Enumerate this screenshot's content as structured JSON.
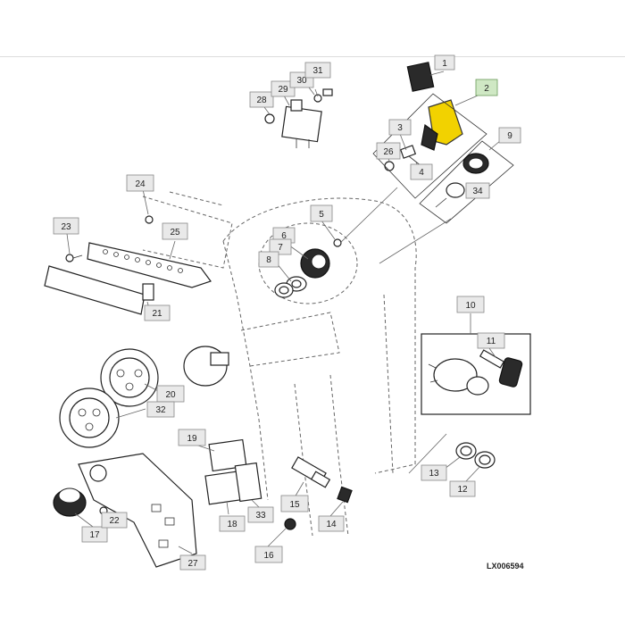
{
  "diagram": {
    "reference_code": "LX006594",
    "highlight_color": "#f2d200",
    "callout_color": "#e9e9e9",
    "highlighted_callout_color": "#cfe8c4",
    "callouts": [
      "1",
      "2",
      "3",
      "4",
      "5",
      "6",
      "7",
      "8",
      "9",
      "10",
      "11",
      "12",
      "13",
      "14",
      "15",
      "16",
      "17",
      "18",
      "19",
      "20",
      "21",
      "22",
      "23",
      "24",
      "25",
      "26",
      "27",
      "28",
      "29",
      "30",
      "31",
      "32",
      "33",
      "34"
    ]
  }
}
